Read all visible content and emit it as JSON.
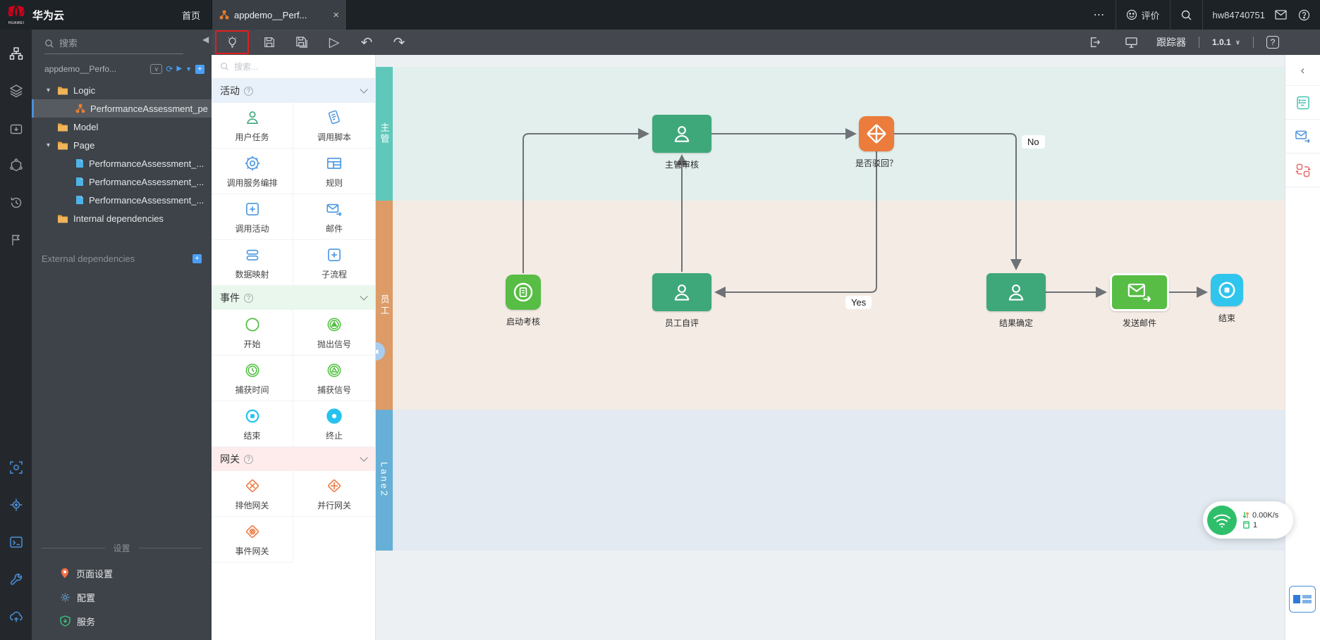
{
  "header": {
    "brand": "华为云",
    "logo_text": "HUAWEI",
    "home_link": "首页",
    "tab_title": "appdemo__Perf...",
    "feedback": "评价",
    "username": "hw84740751"
  },
  "toolbar": {
    "tracker": "跟踪器",
    "version": "1.0.1"
  },
  "explorer": {
    "search_placeholder": "搜索",
    "project_name": "appdemo__Perfo...",
    "folders": {
      "logic": "Logic",
      "logic_item": "PerformanceAssessment_pe",
      "model": "Model",
      "page": "Page",
      "page_items": [
        "PerformanceAssessment_...",
        "PerformanceAssessment_...",
        "PerformanceAssessment_..."
      ],
      "internal": "Internal dependencies",
      "external": "External dependencies"
    },
    "settings_label": "设置",
    "settings_items": [
      "页面设置",
      "配置",
      "服务"
    ]
  },
  "palette": {
    "search_placeholder": "搜索...",
    "sections": [
      {
        "title": "活动",
        "items": [
          {
            "label": "用户任务"
          },
          {
            "label": "调用脚本"
          },
          {
            "label": "调用服务编排"
          },
          {
            "label": "规则"
          },
          {
            "label": "调用活动"
          },
          {
            "label": "邮件"
          },
          {
            "label": "数据映射"
          },
          {
            "label": "子流程"
          }
        ]
      },
      {
        "title": "事件",
        "items": [
          {
            "label": "开始"
          },
          {
            "label": "抛出信号"
          },
          {
            "label": "捕获时间"
          },
          {
            "label": "捕获信号"
          },
          {
            "label": "结束"
          },
          {
            "label": "终止"
          }
        ]
      },
      {
        "title": "网关",
        "items": [
          {
            "label": "排他网关"
          },
          {
            "label": "并行网关"
          },
          {
            "label": "事件网关"
          }
        ]
      }
    ]
  },
  "diagram": {
    "lanes": [
      "主管",
      "员工",
      "Lane2"
    ],
    "nodes": {
      "start": "启动考核",
      "self_eval": "员工自评",
      "manager_review": "主管审核",
      "reject_gateway": "是否驳回？",
      "result_confirm": "结果确定",
      "send_mail": "发送邮件",
      "end": "结束"
    },
    "edge_labels": {
      "no": "No",
      "yes": "Yes"
    }
  },
  "status_widget": {
    "speed": "0.00K/s",
    "connections": "1"
  },
  "icons": {
    "close": "×",
    "more": "⋯",
    "chevron_down": "∨",
    "chevron_left": "‹",
    "collapse_left": "◀",
    "collapse_panel": "◀",
    "expand": "▾",
    "play": "▷",
    "run": "▶",
    "refresh": "⟳",
    "filter": "▼",
    "undo": "↶",
    "redo": "↷",
    "plus": "+",
    "question": "?"
  },
  "colors": {
    "accent_blue": "#4a90d9",
    "task_green": "#3fa87b",
    "bright_green": "#57bd45",
    "gateway_orange": "#ec7c3c",
    "end_cyan": "#2fc5ec",
    "lane_teal": "#5fc8ba",
    "lane_orange": "#dd9b67",
    "lane_blue": "#66afd6",
    "highlight_red": "#e01f1f"
  }
}
